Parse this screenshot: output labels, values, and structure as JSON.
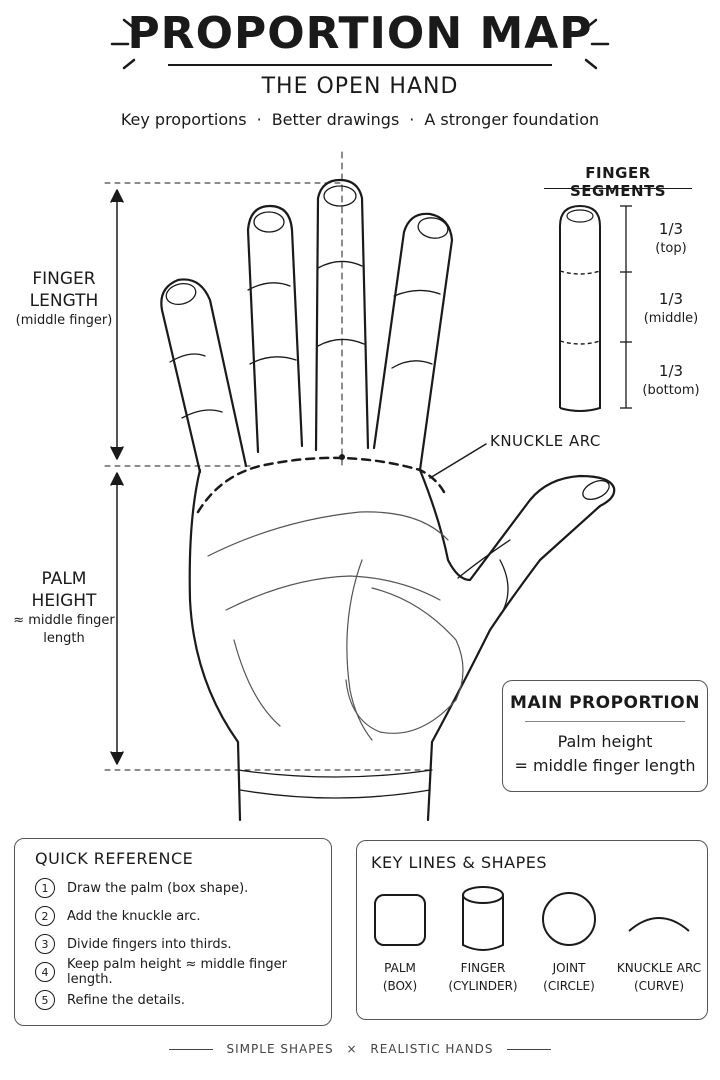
{
  "header": {
    "title": "PROPORTION MAP",
    "subtitle": "THE OPEN HAND",
    "tagline": [
      "Key proportions",
      "Better drawings",
      "A stronger foundation"
    ]
  },
  "measures": {
    "finger_length": {
      "label_line1": "FINGER",
      "label_line2": "LENGTH",
      "note": "(middle finger)"
    },
    "palm_height": {
      "label_line1": "PALM",
      "label_line2": "HEIGHT",
      "note_line1": "≈ middle finger",
      "note_line2": "length"
    }
  },
  "finger_segments": {
    "title": "FINGER SEGMENTS",
    "segments": [
      {
        "fraction": "1/3",
        "name": "(top)"
      },
      {
        "fraction": "1/3",
        "name": "(middle)"
      },
      {
        "fraction": "1/3",
        "name": "(bottom)"
      }
    ]
  },
  "knuckle_arc_label": "KNUCKLE ARC",
  "main_proportion": {
    "title": "MAIN PROPORTION",
    "line1": "Palm height",
    "line2": "= middle finger length"
  },
  "quick_reference": {
    "title": "QUICK REFERENCE",
    "items": [
      {
        "num": "1",
        "text": "Draw the palm (box shape)."
      },
      {
        "num": "2",
        "text": "Add the knuckle arc."
      },
      {
        "num": "3",
        "text": "Divide fingers into thirds."
      },
      {
        "num": "4",
        "text": "Keep palm height ≈ middle finger length."
      },
      {
        "num": "5",
        "text": "Refine the details."
      }
    ]
  },
  "key_lines": {
    "title": "KEY LINES & SHAPES",
    "shapes": [
      {
        "icon": "box-icon",
        "name": "PALM",
        "kind": "(BOX)"
      },
      {
        "icon": "cylinder-icon",
        "name": "FINGER",
        "kind": "(CYLINDER)"
      },
      {
        "icon": "circle-icon",
        "name": "JOINT",
        "kind": "(CIRCLE)"
      },
      {
        "icon": "curve-icon",
        "name": "KNUCKLE ARC",
        "kind": "(CURVE)"
      }
    ]
  },
  "footer": {
    "left": "SIMPLE SHAPES",
    "sep": "×",
    "right": "REALISTIC HANDS"
  }
}
